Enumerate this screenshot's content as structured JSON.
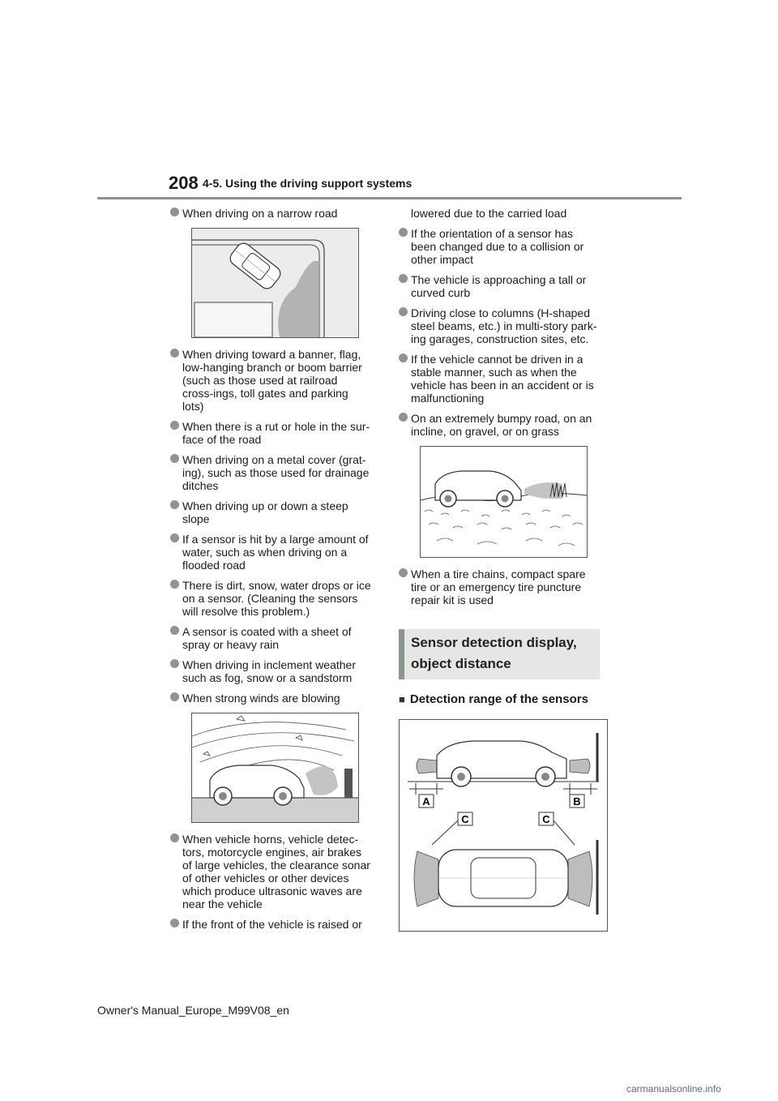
{
  "header": {
    "page_number": "208",
    "section": "4-5. Using the driving support systems"
  },
  "left_column": {
    "bullet_narrow_road": "When driving on a narrow road",
    "bullets": [
      "When driving toward a banner, flag, low-hanging branch or boom barrier (such as those used at railroad cross-ings, toll gates and parking lots)",
      "When there is a rut or hole in the sur-face of the road",
      "When driving on a metal cover (grat-ing), such as those used for drainage ditches",
      "When driving up or down a steep slope",
      "If a sensor is hit by a large amount of water, such as when driving on a flooded road",
      "There is dirt, snow, water drops or ice on a sensor. (Cleaning the sensors will resolve this problem.)",
      "A sensor is coated with a sheet of spray or heavy rain",
      "When driving in inclement weather such as fog, snow or a sandstorm",
      "When strong winds are blowing"
    ],
    "bullets_after_wind": [
      "When vehicle horns, vehicle detec-tors, motorcycle engines, air brakes of large vehicles, the clearance sonar of other vehicles or other devices which produce ultrasonic waves are near the vehicle",
      "If the front of the vehicle is raised or"
    ]
  },
  "right_column": {
    "continuation": "lowered due to the carried load",
    "bullets": [
      "If the orientation of a sensor has been changed due to a collision or other impact",
      "The vehicle is approaching a tall or curved curb",
      "Driving close to columns (H-shaped steel beams, etc.) in multi-story park-ing garages, construction sites, etc.",
      "If the vehicle cannot be driven in a stable manner, such as when the vehicle has been in an accident or is malfunctioning",
      "On an extremely bumpy road, on an incline, on gravel, or on grass"
    ],
    "bullet_tire_chains": "When a tire chains, compact spare tire or an emergency tire puncture repair kit is used",
    "heading_line1": "Sensor detection display,",
    "heading_line2": "object distance",
    "subheading_marker": "■",
    "subheading": "Detection range of the sensors",
    "diagram_labels": {
      "a": "A",
      "b": "B",
      "c1": "C",
      "c2": "C"
    }
  },
  "footer": {
    "text": "Owner's Manual_Europe_M99V08_en"
  },
  "watermark": {
    "text": "carmanualsonline.info"
  },
  "colors": {
    "bullet": "#8b968d",
    "rule": "#8a938c",
    "heading_bg": "#e6e6e6"
  }
}
